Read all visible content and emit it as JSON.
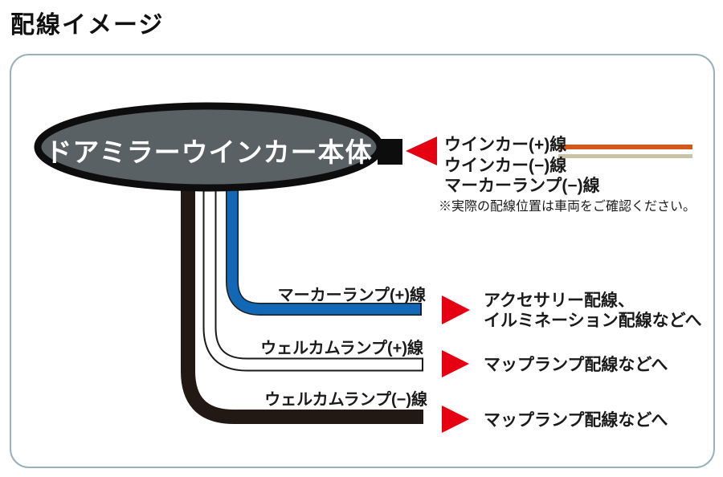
{
  "page": {
    "title": "配線イメージ"
  },
  "device": {
    "label": "ドアミラーウインカー本体"
  },
  "connector": {
    "lines": [
      {
        "label": "ウインカー(+)線",
        "sample_color": "#d3581c"
      },
      {
        "label": "ウインカー(−)線",
        "sample_color": "#c8c2a7"
      },
      {
        "label": "マーカーランプ(−)線",
        "sample_color": ""
      }
    ],
    "note": "※実際の配線位置は車両をご確認ください。"
  },
  "branches": [
    {
      "wire_label": "マーカーランプ(+)線",
      "dest1": "アクセサリー配線、",
      "dest2": "イルミネーション配線などへ"
    },
    {
      "wire_label": "ウェルカムランプ(+)線",
      "dest1": "マップランプ配線などへ"
    },
    {
      "wire_label": "ウェルカムランプ(−)線",
      "dest1": "マップランプ配線などへ"
    }
  ],
  "colors": {
    "panel_border": "#9bb0bd",
    "device_fill": "#5a6164",
    "device_stroke": "#0d0d0d",
    "wire_black": "#221814",
    "wire_outline": "#1a1a1a",
    "wire_white_core": "#ffffff",
    "wire_blue": "#1268b4",
    "arrow_red": "#e50012",
    "text": "#1a1a1a"
  }
}
